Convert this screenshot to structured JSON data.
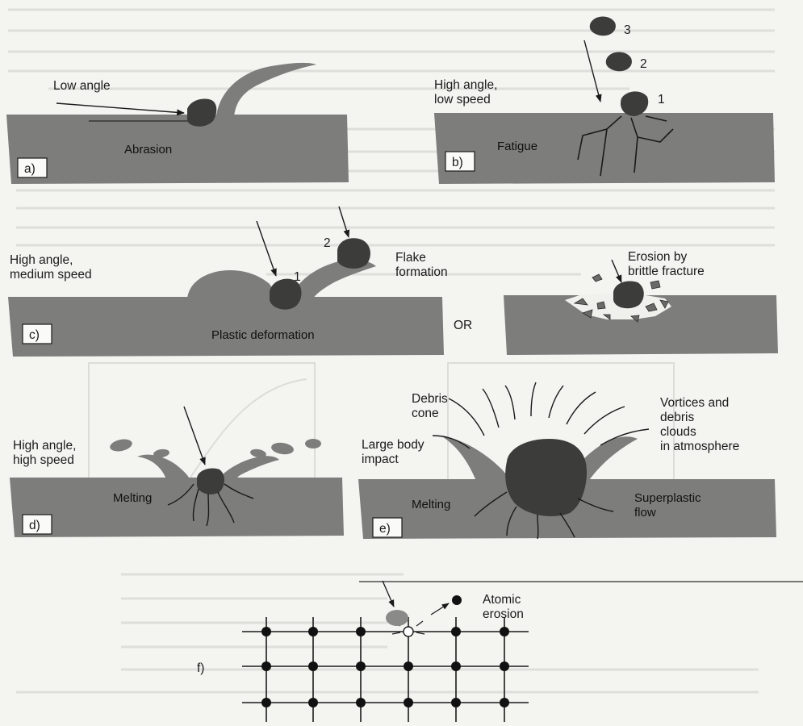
{
  "panels": {
    "a": {
      "tag": "a)",
      "angle": "Low angle",
      "process": "Abrasion"
    },
    "b": {
      "tag": "b)",
      "angle": [
        "High angle,",
        "low speed"
      ],
      "process": "Fatigue",
      "steps": [
        "3",
        "2",
        "1"
      ]
    },
    "c": {
      "tag": "c)",
      "angle": [
        "High angle,",
        "medium speed"
      ],
      "process": "Plastic deformation",
      "flake": [
        "Flake",
        "formation"
      ],
      "steps": [
        "1",
        "2"
      ],
      "or": "OR",
      "brittle": [
        "Erosion by",
        "brittle fracture"
      ]
    },
    "d": {
      "tag": "d)",
      "angle": [
        "High angle,",
        "high speed"
      ],
      "process": "Melting"
    },
    "e": {
      "tag": "e)",
      "debris": [
        "Debris",
        "cone"
      ],
      "impact": [
        "Large body",
        "impact"
      ],
      "vortices": [
        "Vortices and",
        "debris",
        "clouds",
        "in atmosphere"
      ],
      "melting": "Melting",
      "flow": [
        "Superplastic",
        "flow"
      ]
    },
    "f": {
      "tag": "f)",
      "atomic": [
        "Atomic",
        "erosion"
      ]
    }
  },
  "colors": {
    "surface": "#7d7d7b",
    "particle": "#3c3c3a",
    "ink": "#1a1a1a",
    "paper": "#f4f4f1"
  }
}
